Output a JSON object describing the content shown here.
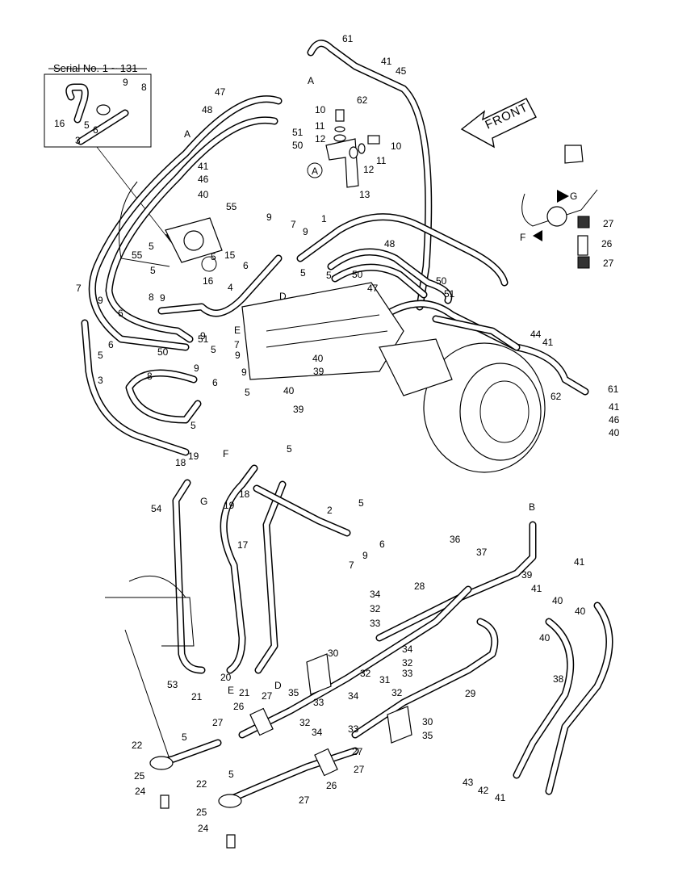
{
  "inset": {
    "title": "Serial No. 1 ~ 131"
  },
  "direction": {
    "front": "FRONT"
  },
  "connection_letters": [
    "A",
    "A",
    "A",
    "B",
    "D",
    "D",
    "E",
    "E",
    "F",
    "F",
    "G",
    "G"
  ],
  "callouts": [
    {
      "label": "61"
    },
    {
      "label": "41"
    },
    {
      "label": "45"
    },
    {
      "label": "62"
    },
    {
      "label": "10"
    },
    {
      "label": "11"
    },
    {
      "label": "12"
    },
    {
      "label": "10"
    },
    {
      "label": "11"
    },
    {
      "label": "12"
    },
    {
      "label": "13"
    },
    {
      "label": "9"
    },
    {
      "label": "8"
    },
    {
      "label": "16"
    },
    {
      "label": "5"
    },
    {
      "label": "6"
    },
    {
      "label": "3"
    },
    {
      "label": "47"
    },
    {
      "label": "48"
    },
    {
      "label": "51"
    },
    {
      "label": "50"
    },
    {
      "label": "41"
    },
    {
      "label": "46"
    },
    {
      "label": "40"
    },
    {
      "label": "55"
    },
    {
      "label": "5"
    },
    {
      "label": "15"
    },
    {
      "label": "6"
    },
    {
      "label": "5"
    },
    {
      "label": "9"
    },
    {
      "label": "7"
    },
    {
      "label": "9"
    },
    {
      "label": "1"
    },
    {
      "label": "5"
    },
    {
      "label": "55"
    },
    {
      "label": "5"
    },
    {
      "label": "16"
    },
    {
      "label": "8"
    },
    {
      "label": "9"
    },
    {
      "label": "4"
    },
    {
      "label": "48"
    },
    {
      "label": "50"
    },
    {
      "label": "5"
    },
    {
      "label": "47"
    },
    {
      "label": "50"
    },
    {
      "label": "51"
    },
    {
      "label": "7"
    },
    {
      "label": "9"
    },
    {
      "label": "6"
    },
    {
      "label": "5"
    },
    {
      "label": "6"
    },
    {
      "label": "5"
    },
    {
      "label": "9"
    },
    {
      "label": "7"
    },
    {
      "label": "9"
    },
    {
      "label": "51"
    },
    {
      "label": "50"
    },
    {
      "label": "9"
    },
    {
      "label": "5"
    },
    {
      "label": "3"
    },
    {
      "label": "8"
    },
    {
      "label": "9"
    },
    {
      "label": "6"
    },
    {
      "label": "5"
    },
    {
      "label": "5"
    },
    {
      "label": "40"
    },
    {
      "label": "39"
    },
    {
      "label": "40"
    },
    {
      "label": "39"
    },
    {
      "label": "44"
    },
    {
      "label": "41"
    },
    {
      "label": "62"
    },
    {
      "label": "61"
    },
    {
      "label": "41"
    },
    {
      "label": "46"
    },
    {
      "label": "40"
    },
    {
      "label": "27"
    },
    {
      "label": "26"
    },
    {
      "label": "27"
    },
    {
      "label": "18"
    },
    {
      "label": "19"
    },
    {
      "label": "19"
    },
    {
      "label": "18"
    },
    {
      "label": "54"
    },
    {
      "label": "17"
    },
    {
      "label": "2"
    },
    {
      "label": "5"
    },
    {
      "label": "6"
    },
    {
      "label": "9"
    },
    {
      "label": "7"
    },
    {
      "label": "36"
    },
    {
      "label": "37"
    },
    {
      "label": "28"
    },
    {
      "label": "39"
    },
    {
      "label": "41"
    },
    {
      "label": "40"
    },
    {
      "label": "41"
    },
    {
      "label": "40"
    },
    {
      "label": "40"
    },
    {
      "label": "34"
    },
    {
      "label": "32"
    },
    {
      "label": "33"
    },
    {
      "label": "34"
    },
    {
      "label": "32"
    },
    {
      "label": "33"
    },
    {
      "label": "30"
    },
    {
      "label": "32"
    },
    {
      "label": "31"
    },
    {
      "label": "32"
    },
    {
      "label": "29"
    },
    {
      "label": "38"
    },
    {
      "label": "53"
    },
    {
      "label": "21"
    },
    {
      "label": "20"
    },
    {
      "label": "21"
    },
    {
      "label": "35"
    },
    {
      "label": "33"
    },
    {
      "label": "34"
    },
    {
      "label": "26"
    },
    {
      "label": "27"
    },
    {
      "label": "34"
    },
    {
      "label": "32"
    },
    {
      "label": "33"
    },
    {
      "label": "30"
    },
    {
      "label": "35"
    },
    {
      "label": "22"
    },
    {
      "label": "5"
    },
    {
      "label": "27"
    },
    {
      "label": "27"
    },
    {
      "label": "25"
    },
    {
      "label": "24"
    },
    {
      "label": "5"
    },
    {
      "label": "26"
    },
    {
      "label": "27"
    },
    {
      "label": "22"
    },
    {
      "label": "27"
    },
    {
      "label": "25"
    },
    {
      "label": "24"
    },
    {
      "label": "43"
    },
    {
      "label": "42"
    },
    {
      "label": "41"
    }
  ]
}
